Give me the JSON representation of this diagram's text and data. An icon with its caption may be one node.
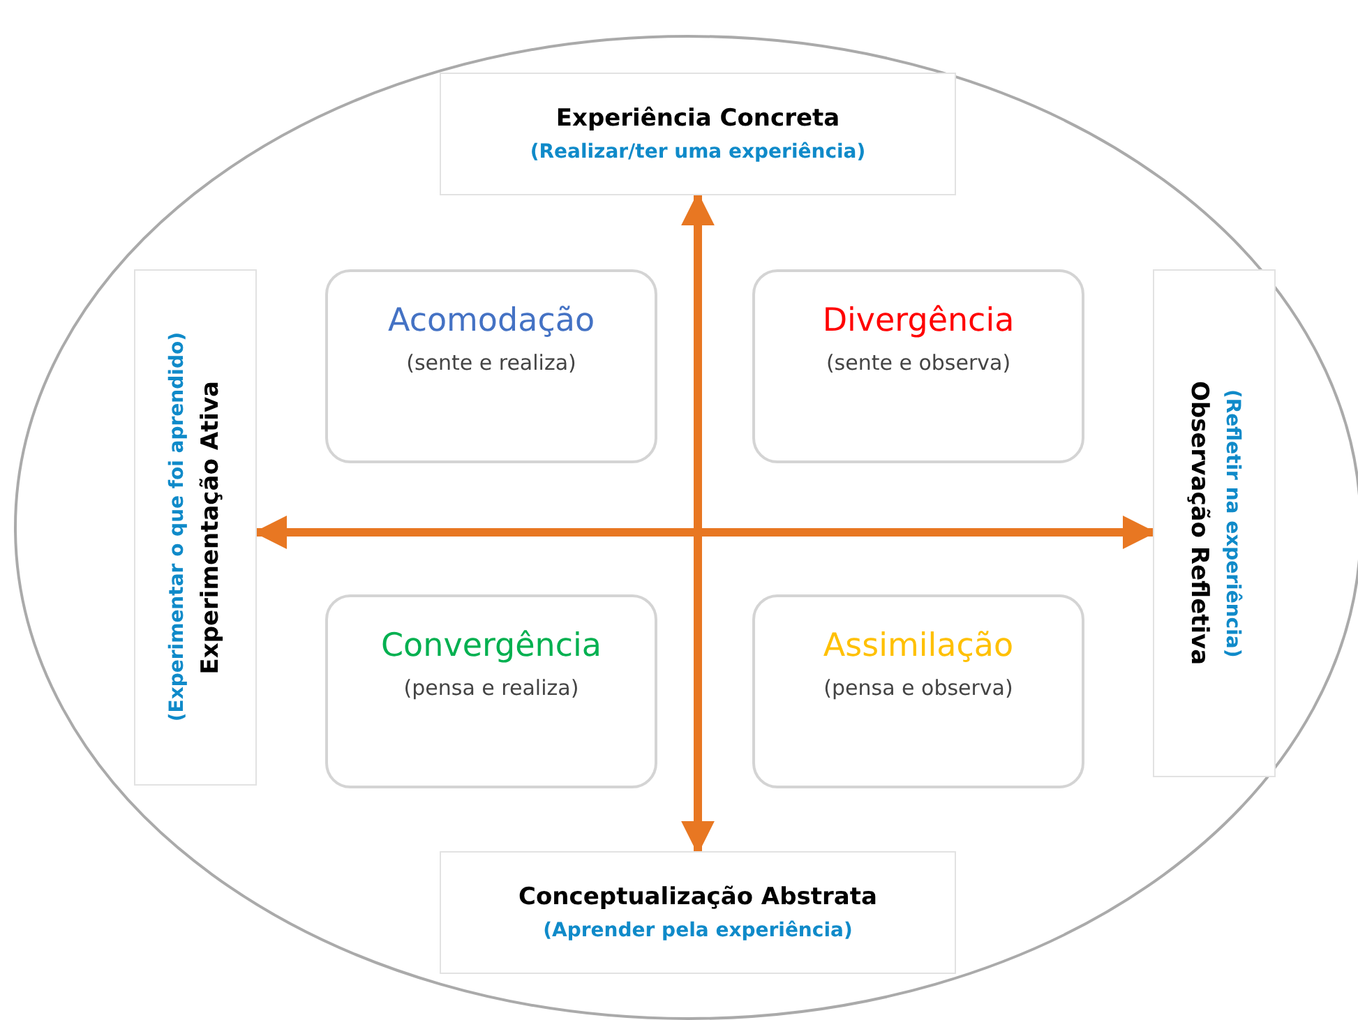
{
  "diagram": {
    "nodes": [
      {
        "text": [
          "Experiência Concreta",
          "(Realizar/ter uma experiência)"
        ]
      },
      {
        "text": [
          "Experimentação Ativa",
          "(Experimentar o que foi aprendido)"
        ]
      },
      {
        "text": [
          "Observação Refletiva",
          "(Refletir na experiência)"
        ]
      },
      {
        "text": [
          "Acomodação",
          "(sente e realiza)"
        ]
      },
      {
        "text": [
          "Divergência",
          "(sente e observa)"
        ]
      },
      {
        "text": [
          "Convergência",
          "(pensa e realiza)"
        ]
      },
      {
        "text": [
          "Assimilação",
          "(pensa e observa)"
        ]
      },
      {
        "text": [
          "Conceptualização Abstrata",
          "(Aprender pela experiência)"
        ]
      }
    ],
    "edges": [
      {
        "from": 0,
        "to": 7,
        "arrow": "both"
      },
      {
        "from": 1,
        "to": 2,
        "arrow": "both"
      }
    ]
  }
}
